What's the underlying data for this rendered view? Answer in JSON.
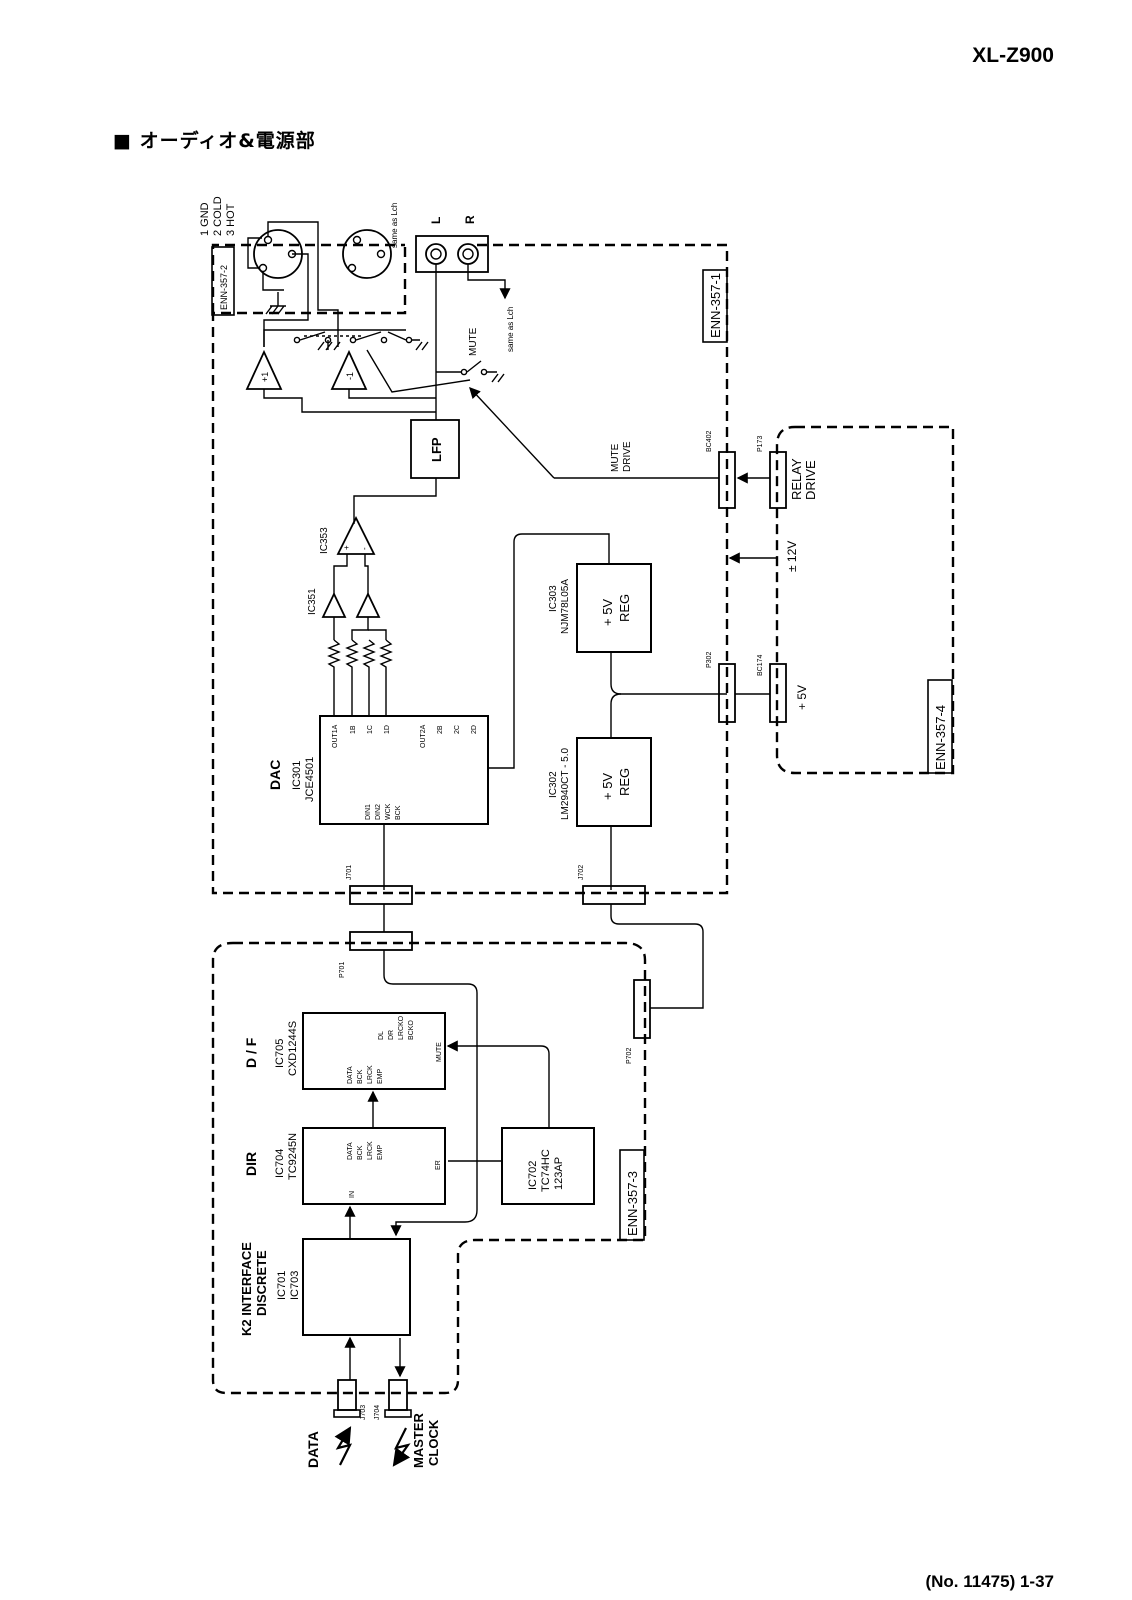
{
  "header": {
    "model": "XL-Z900",
    "section_title": "■ オーディオ&電源部"
  },
  "footer": {
    "page_number": "(No. 11475) 1-37"
  },
  "boards": {
    "b1": "ENN-357-1",
    "b2": "ENN-357-2",
    "b3": "ENN-357-3",
    "b4": "ENN-357-4"
  },
  "xlr_pins": {
    "p1": "1 GND",
    "p2": "2 COLD",
    "p3": "3 HOT"
  },
  "outputs": {
    "left": "L",
    "right": "R",
    "same_as_lch": "same as Lch"
  },
  "labels": {
    "mute": "MUTE",
    "lfp": "LFP",
    "mute_drive": [
      "MUTE",
      "DRIVE"
    ],
    "relay_drive": [
      "RELAY",
      "DRIVE"
    ],
    "pm12v": "± 12V",
    "plus5v": "+ 5V",
    "ic353": "IC353",
    "ic351": "IC351",
    "amp_plus": "+",
    "amp_minus": "-",
    "amp_p1": "+1",
    "amp_m1": "-1"
  },
  "dac": {
    "title": "DAC",
    "ic": "IC301",
    "part": "JCE4501",
    "pins_top": [
      "OUT1A",
      "1B",
      "1C",
      "1D",
      "OUT2A",
      "2B",
      "2C",
      "2D"
    ],
    "pins_bottom": [
      "DIN1",
      "DIN2",
      "WCK",
      "BCK"
    ]
  },
  "reg1": {
    "ic": "IC303",
    "part": "NJM78L05A",
    "l1": "+ 5V",
    "l2": "REG"
  },
  "reg2": {
    "ic": "IC302",
    "part": "LM2940CT - 5.0",
    "l1": "+ 5V",
    "l2": "REG"
  },
  "connectors": {
    "bc402": "BC402",
    "p173": "P173",
    "p302": "P302",
    "bc174": "BC174",
    "j701": "J701",
    "j702": "J702",
    "p701": "P701",
    "p702": "P702",
    "j703": "J703",
    "j704": "J704"
  },
  "df": {
    "title": "D / F",
    "ic": "IC705",
    "part": "CXD1244S",
    "pins_a": [
      "DATA",
      "BCK",
      "LRCK",
      "EMP"
    ],
    "pins_b": [
      "DL",
      "DR",
      "LRCKO",
      "BCKO"
    ],
    "mute_pin": "MUTE"
  },
  "dir": {
    "title": "DIR",
    "ic": "IC704",
    "part": "TC9245N",
    "pins": [
      "DATA",
      "BCK",
      "LRCK",
      "EMP"
    ],
    "in_pin": "IN",
    "er_pin": "ER"
  },
  "ic702": {
    "ic": "IC702",
    "part": "TC74HC",
    "part2": "123AP"
  },
  "k2": {
    "l1": "K2 INTERFACE",
    "l2": "DISCRETE",
    "l3": "IC701",
    "l4": "IC703"
  },
  "io": {
    "data": "DATA",
    "master1": "MASTER",
    "master2": "CLOCK"
  }
}
